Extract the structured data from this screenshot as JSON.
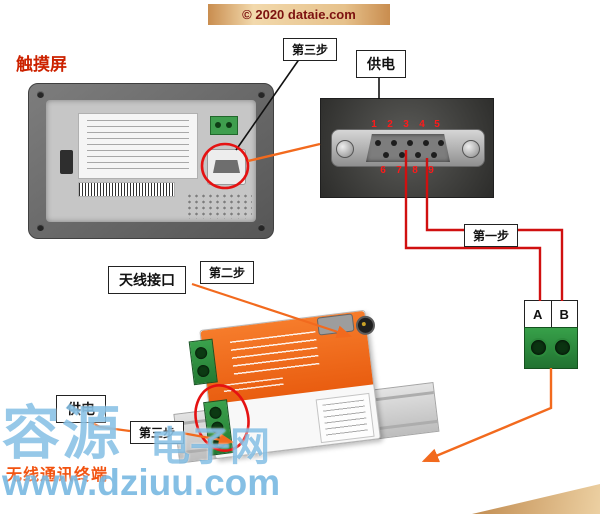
{
  "banner": {
    "copyright": "© 2020 dataie.com"
  },
  "touchscreen": {
    "title": "触摸屏"
  },
  "steps": {
    "step1": "第一步",
    "step2": "第二步",
    "step3_top": "第三步",
    "step3_bottom": "第三步"
  },
  "power": {
    "top": "供电",
    "bottom": "供电"
  },
  "antenna_label": "天线接口",
  "wireless_terminal_label": "无线通讯终端",
  "db9": {
    "top_pins": [
      "1",
      "2",
      "3",
      "4",
      "5"
    ],
    "bottom_pins": [
      "6",
      "7",
      "8",
      "9"
    ]
  },
  "ab_terminal": {
    "a": "A",
    "b": "B"
  },
  "watermark": {
    "name_big": "容源",
    "name_small": "电子网",
    "url": "www.dziuu.com"
  },
  "colors": {
    "accent_orange": "#f26a1e",
    "wire_red": "#d01010",
    "watermark_blue": "#56a6da",
    "banner_tan": "#d9a468",
    "title_red": "#cc2200"
  }
}
